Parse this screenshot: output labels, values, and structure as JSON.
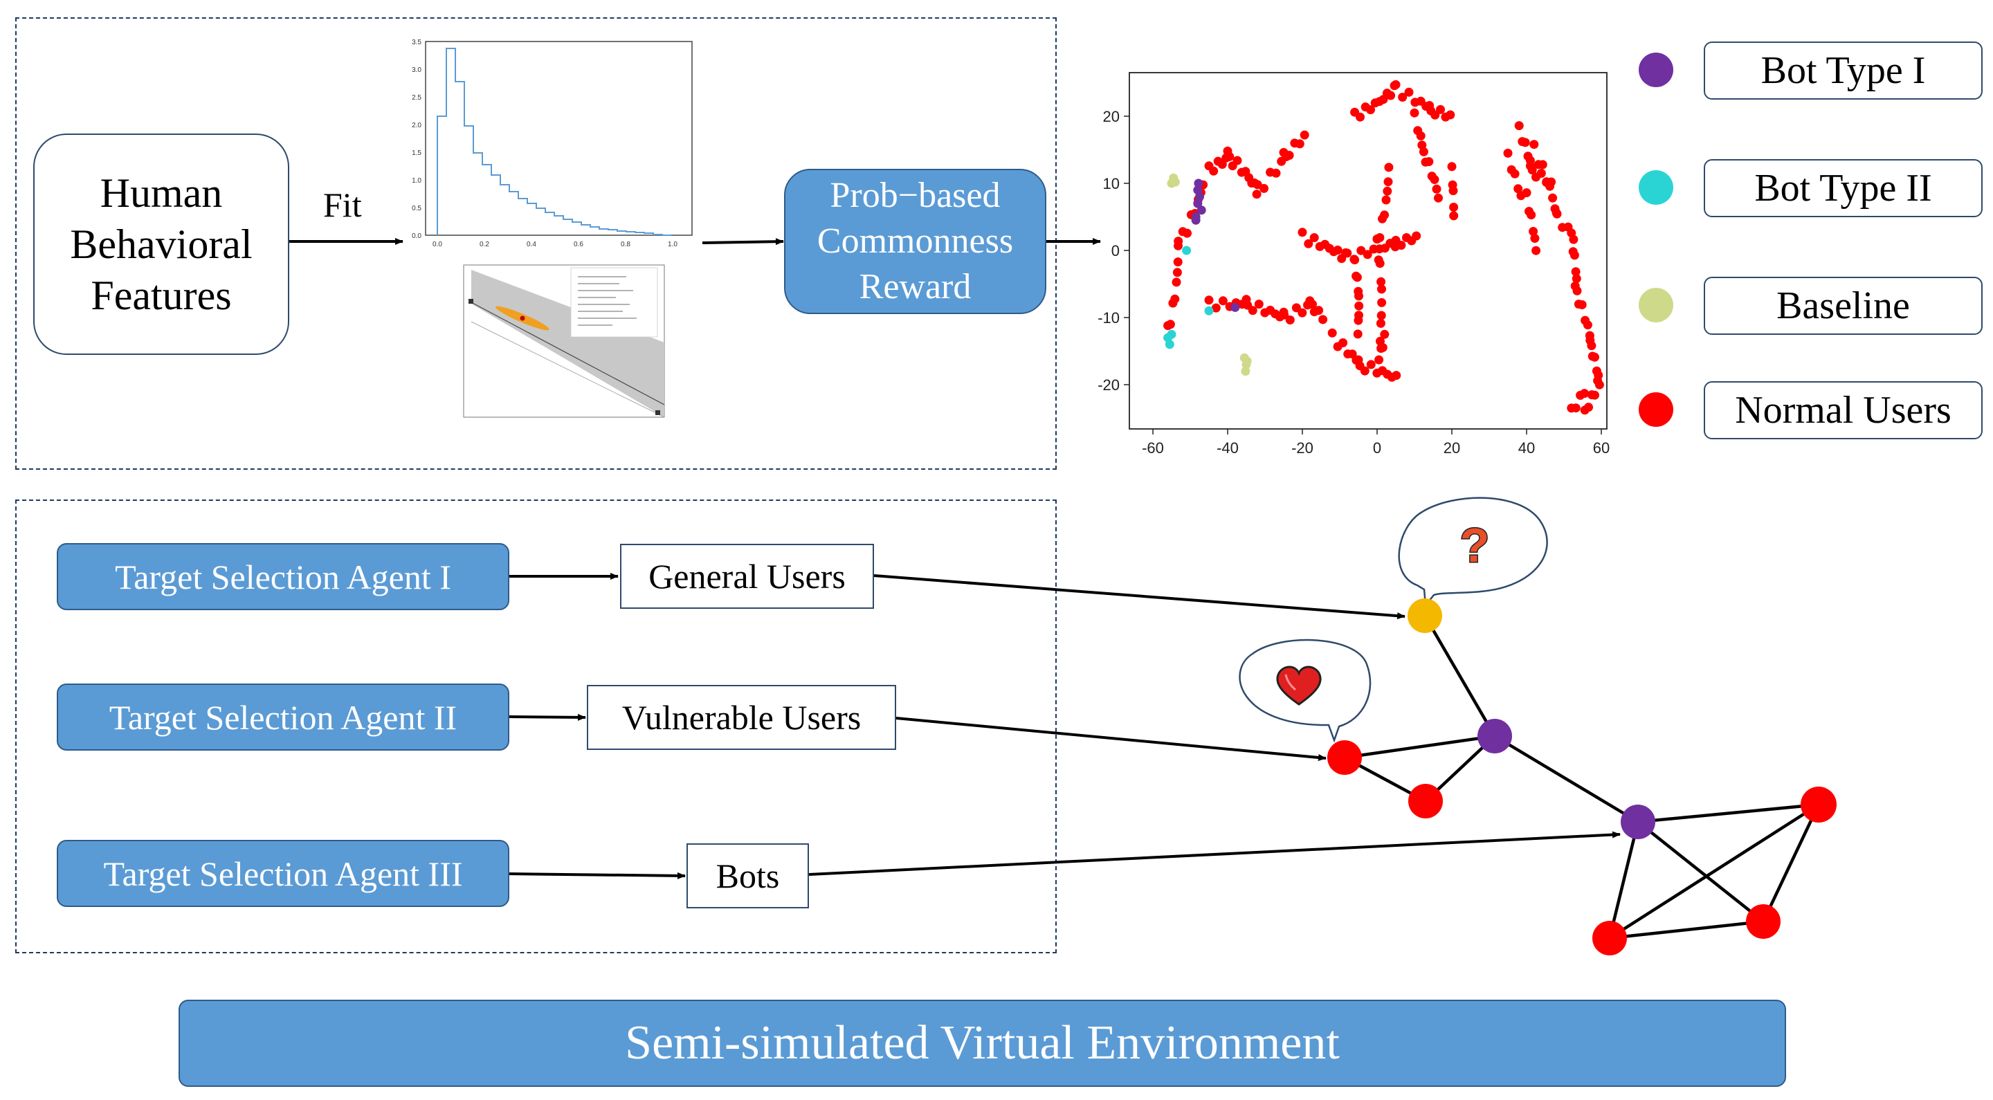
{
  "top_section": {
    "human_box": "Human Behavioral Features",
    "fit_label": "Fit",
    "prob_box": "Prob−based Commonness Reward"
  },
  "histogram": {
    "y_ticks": [
      "0.0",
      "0.5",
      "1.0",
      "1.5",
      "2.0",
      "2.5",
      "3.0",
      "3.5"
    ],
    "x_ticks": [
      "0.0",
      "0.2",
      "0.4",
      "0.6",
      "0.8",
      "1.0"
    ]
  },
  "scatter": {
    "x_ticks": [
      "-60",
      "-40",
      "-20",
      "0",
      "20",
      "40",
      "60"
    ],
    "y_ticks": [
      "20",
      "10",
      "0",
      "-10",
      "-20"
    ]
  },
  "legend": {
    "items": [
      {
        "label": "Bot Type I",
        "color": "#7030a0"
      },
      {
        "label": "Bot Type II",
        "color": "#2bd4d4"
      },
      {
        "label": "Baseline",
        "color": "#cfd98a"
      },
      {
        "label": "Normal Users",
        "color": "#ff0000"
      }
    ]
  },
  "agents": {
    "agent1": "Target Selection Agent I",
    "agent2": "Target Selection Agent II",
    "agent3": "Target Selection Agent III"
  },
  "targets": {
    "t1": "General Users",
    "t2": "Vulnerable Users",
    "t3": "Bots"
  },
  "environment": "Semi-simulated Virtual Environment",
  "bubbles": {
    "q": "?"
  },
  "colors": {
    "blue_box": "#5b9bd5",
    "bot": "#7030a0",
    "user": "#ff0000",
    "general_user": "#f5b800"
  }
}
